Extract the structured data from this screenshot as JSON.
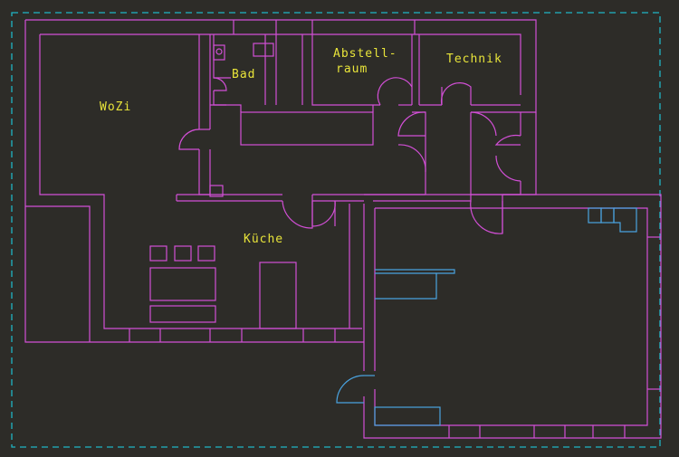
{
  "colors": {
    "background": "#2d2c28",
    "walls": "#d24fd6",
    "fixtures": "#4aa3e0",
    "boundary": "#1fb5c4",
    "labels": "#e8e43a"
  },
  "rooms": {
    "wozi": "WoZi",
    "bad": "Bad",
    "abstellraum_line1": "Abstell-",
    "abstellraum_line2": "raum",
    "technik": "Technik",
    "kueche": "Küche"
  }
}
